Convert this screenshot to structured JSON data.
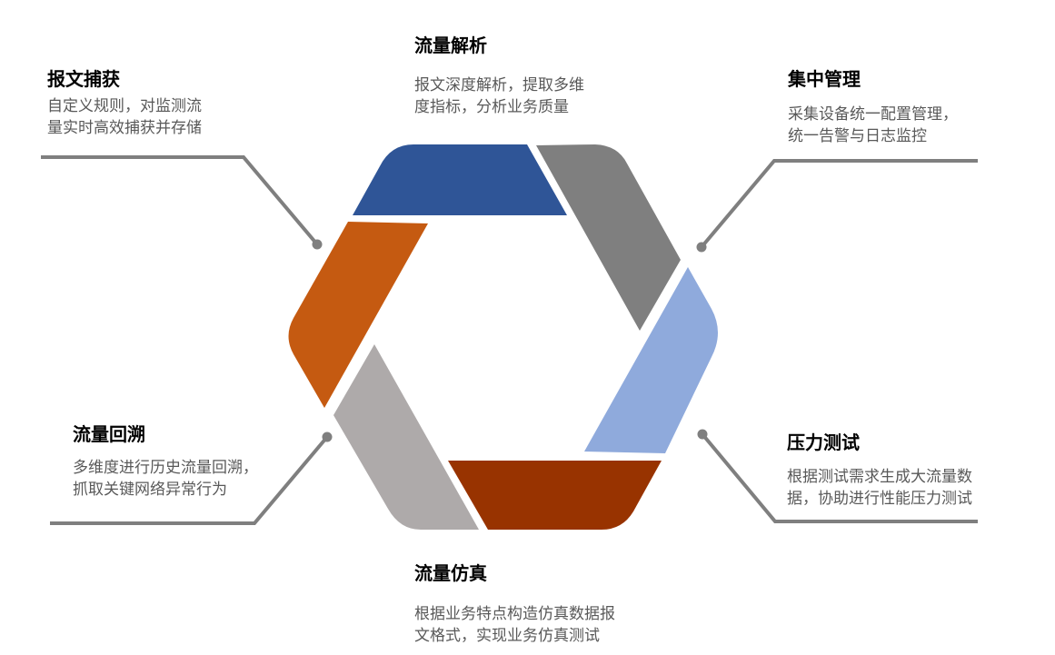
{
  "colors": {
    "capture": "#C55A11",
    "parse": "#2F5597",
    "manage": "#7F7F7F",
    "stress": "#8FAADC",
    "simulate": "#983300",
    "replay": "#AEAAAA",
    "leader": "#7F7F7F"
  },
  "items": [
    {
      "title": "报文捕获",
      "lines": [
        "自定义规则，对监测流",
        "量实时高效捕获并存储"
      ]
    },
    {
      "title": "流量解析",
      "lines": [
        "报文深度解析，提取多维",
        "度指标，分析业务质量"
      ]
    },
    {
      "title": "集中管理",
      "lines": [
        "采集设备统一配置管理，",
        "统一告警与日志监控"
      ]
    },
    {
      "title": "流量回溯",
      "lines": [
        "多维度进行历史流量回溯，",
        "抓取关键网络异常行为"
      ]
    },
    {
      "title": "压力测试",
      "lines": [
        "根据测试需求生成大流量数",
        "据，协助进行性能压力测试"
      ]
    },
    {
      "title": "流量仿真",
      "lines": [
        "根据业务特点构造仿真数据报",
        "文格式，实现业务仿真测试"
      ]
    }
  ]
}
